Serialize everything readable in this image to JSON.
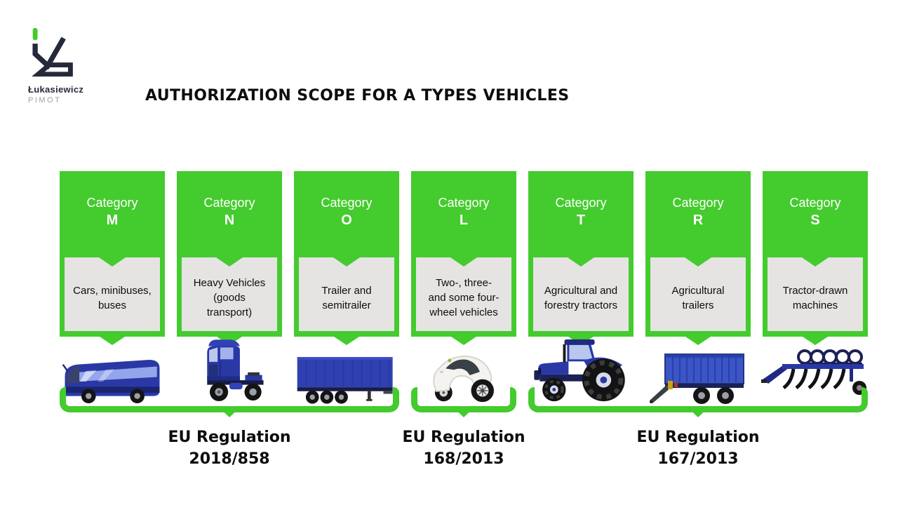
{
  "brand": {
    "name": "Łukasiewicz",
    "unit": "PIMOT"
  },
  "title": "AUTHORIZATION SCOPE FOR A TYPES VEHICLES",
  "category_label": "Category",
  "colors": {
    "green": "#44CB2E",
    "box_gray": "#E5E4E2",
    "vehicle_blue": "#2A38A6",
    "text_dark": "#0d0d0d"
  },
  "categories": [
    {
      "letter": "M",
      "description": "Cars, minibuses,\nbuses",
      "vehicle": "coach-bus"
    },
    {
      "letter": "N",
      "description": "Heavy Vehicles\n(goods\ntransport)",
      "vehicle": "truck-tractor-unit"
    },
    {
      "letter": "O",
      "description": "Trailer and\nsemitrailer",
      "vehicle": "semitrailer"
    },
    {
      "letter": "L",
      "description": "Two-, three-\nand some four-\nwheel vehicles",
      "vehicle": "light-quadricycle"
    },
    {
      "letter": "T",
      "description": "Agricultural and\nforestry tractors",
      "vehicle": "farm-tractor"
    },
    {
      "letter": "R",
      "description": "Agricultural\ntrailers",
      "vehicle": "agricultural-trailer"
    },
    {
      "letter": "S",
      "description": "Tractor-drawn\nmachines",
      "vehicle": "towed-machine"
    }
  ],
  "regulations": [
    {
      "name": "EU Regulation",
      "number": "2018/858",
      "covers": "M, N, O"
    },
    {
      "name": "EU Regulation",
      "number": "168/2013",
      "covers": "L"
    },
    {
      "name": "EU Regulation",
      "number": "167/2013",
      "covers": "T, R, S"
    }
  ]
}
